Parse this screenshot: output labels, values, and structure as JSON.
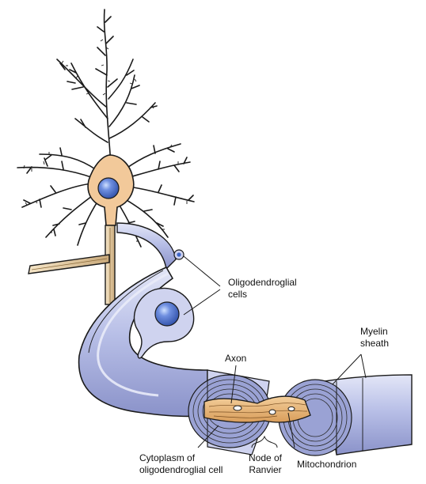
{
  "labels": {
    "oligodendroglial": [
      "Oligodendroglial",
      "cells"
    ],
    "myelin_sheath": [
      "Myelin",
      "sheath"
    ],
    "axon": "Axon",
    "cytoplasm": [
      "Cytoplasm of",
      "oligodendroglial cell"
    ],
    "node_of_ranvier": [
      "Node of",
      "Ranvier"
    ],
    "mitochondrion": "Mitochondrion"
  },
  "colors": {
    "neuron_fill": "#f2c99a",
    "nucleus": "#3f67c8",
    "sheath_fill": "#b6bde6",
    "sheath_dark": "#8b92c8",
    "sheath_light": "#dfe2f5",
    "axon_fill": "#e9b67c",
    "outline": "#1a1a1a"
  }
}
